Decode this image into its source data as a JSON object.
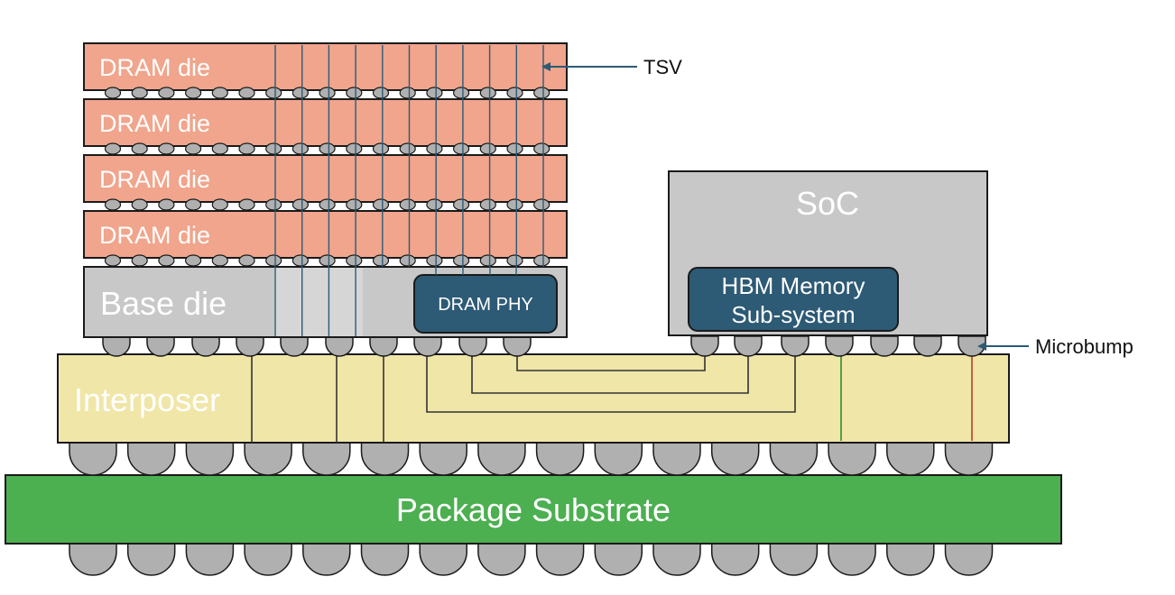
{
  "dram_dies": [
    "DRAM die",
    "DRAM die",
    "DRAM die",
    "DRAM die"
  ],
  "base_die": "Base die",
  "dram_phy": "DRAM PHY",
  "soc": "SoC",
  "hbm": {
    "line1": "HBM Memory",
    "line2": "Sub-system"
  },
  "interposer": "Interposer",
  "package_substrate": "Package Substrate",
  "callouts": {
    "tsv": "TSV",
    "microbump": "Microbump"
  },
  "colors": {
    "dram_die": "#f0a58c",
    "base_die": "#c8c8c8",
    "soc": "#c8c8c8",
    "phy_block": "#2d5a75",
    "interposer": "#f0e6a8",
    "substrate": "#4caf50",
    "bump": "#b0b0b0",
    "tsv_line": "#2d5a75",
    "green_via": "#2e8b2e",
    "red_via": "#c0392b"
  }
}
